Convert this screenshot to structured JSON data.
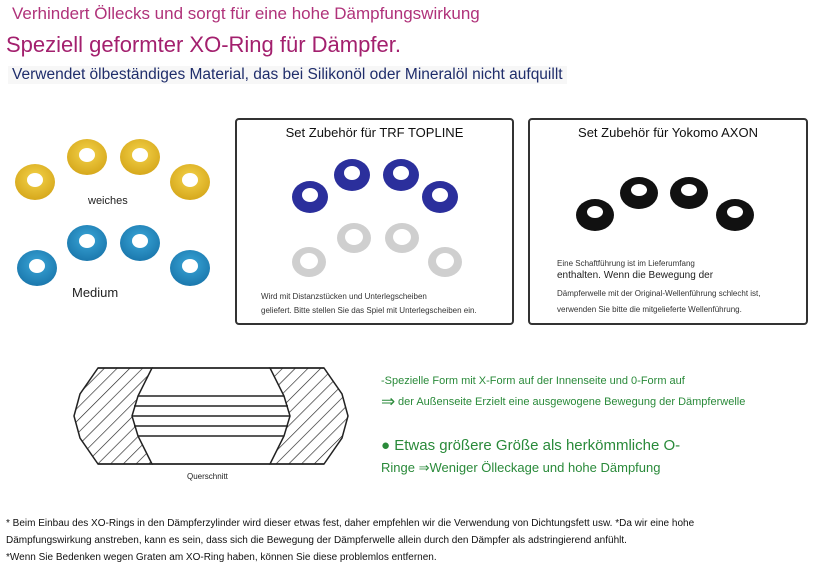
{
  "header": {
    "subtitle": "Verhindert Öllecks und sorgt für eine hohe Dämpfungswirkung",
    "title": "Speziell geformter XO-Ring für Dämpfer.",
    "description": "Verwendet ölbeständiges Material, das bei Silikonöl oder Mineralöl nicht aufquillt"
  },
  "rings": {
    "soft_label": "weiches",
    "medium_label": "Medium"
  },
  "panel_trf": {
    "title": "Set Zubehör für TRF TOPLINE",
    "note_line1": "Wird mit Distanzstücken und Unterlegscheiben",
    "note_line2": "geliefert. Bitte stellen Sie das Spiel mit Unterlegscheiben ein."
  },
  "panel_yokomo": {
    "title": "Set Zubehör für Yokomo AXON",
    "note_line1": "Eine Schaftführung ist im Lieferumfang",
    "note_line2": "enthalten. Wenn die Bewegung der",
    "note_line3": "Dämpferwelle mit der Original-Wellenführung schlecht ist,",
    "note_line4": "verwenden Sie bitte die mitgelieferte Wellenführung."
  },
  "diagram": {
    "caption": "Querschnitt"
  },
  "features": {
    "line1": "-Spezielle Form mit X-Form auf der Innenseite und 0-Form auf",
    "arrow": "⇒",
    "line2": "der Außenseite Erzielt eine ausgewogene Bewegung der Dämpferwelle",
    "bullet_line1": "● Etwas größere Größe als herkömmliche O-",
    "bullet_line2": "Ringe ⇒Weniger Ölleckage und hohe Dämpfung"
  },
  "footnotes": {
    "line1": "* Beim Einbau des XO-Rings in den Dämpferzylinder wird dieser etwas fest, daher empfehlen wir die Verwendung von Dichtungsfett usw. *Da wir eine hohe",
    "line2": "Dämpfungswirkung anstreben, kann es sein, dass sich die Bewegung der Dämpferwelle allein durch den Dämpfer als adstringierend anfühlt.",
    "line3": " *Wenn Sie Bedenken wegen Graten am XO-Ring haben, können Sie diese problemlos entfernen."
  },
  "colors": {
    "yellow_ring": "#e8bf2a",
    "blue_ring": "#2a8fc2",
    "navy_ring": "#2a2f9a",
    "gray_ring": "#c9c9c9",
    "black_ring": "#111111"
  }
}
